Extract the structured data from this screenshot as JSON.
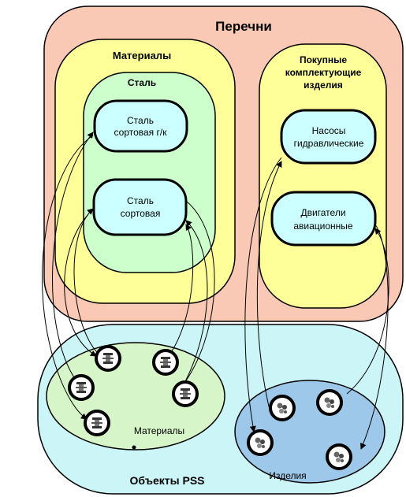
{
  "lists": {
    "title": "Перечни",
    "materials": {
      "title": "Материалы",
      "steel": {
        "title": "Сталь",
        "items": [
          {
            "line1": "Сталь",
            "line2": "сортовая г/к"
          },
          {
            "line1": "Сталь",
            "line2": "сортовая"
          }
        ]
      }
    },
    "purchased": {
      "title_lines": [
        "Покупные",
        "комплектующие",
        "изделия"
      ],
      "items": [
        {
          "line1": "Насосы",
          "line2": "гидравлические"
        },
        {
          "line1": "Двигатели",
          "line2": "авиационные"
        }
      ]
    }
  },
  "pss": {
    "title": "Объекты PSS",
    "materials_label": "Материалы",
    "products_label": "Изделия",
    "material_icon": "spool-icon",
    "product_icon": "assembly-icon"
  },
  "colors": {
    "outer_lists": "#f9c9b5",
    "materials_group": "#ffff99",
    "steel_group": "#ccffcc",
    "item_node": "#ccffff",
    "pss_area": "#ccf5f7",
    "pss_materials": "#d6f5c8",
    "pss_products": "#9ec8ea"
  }
}
